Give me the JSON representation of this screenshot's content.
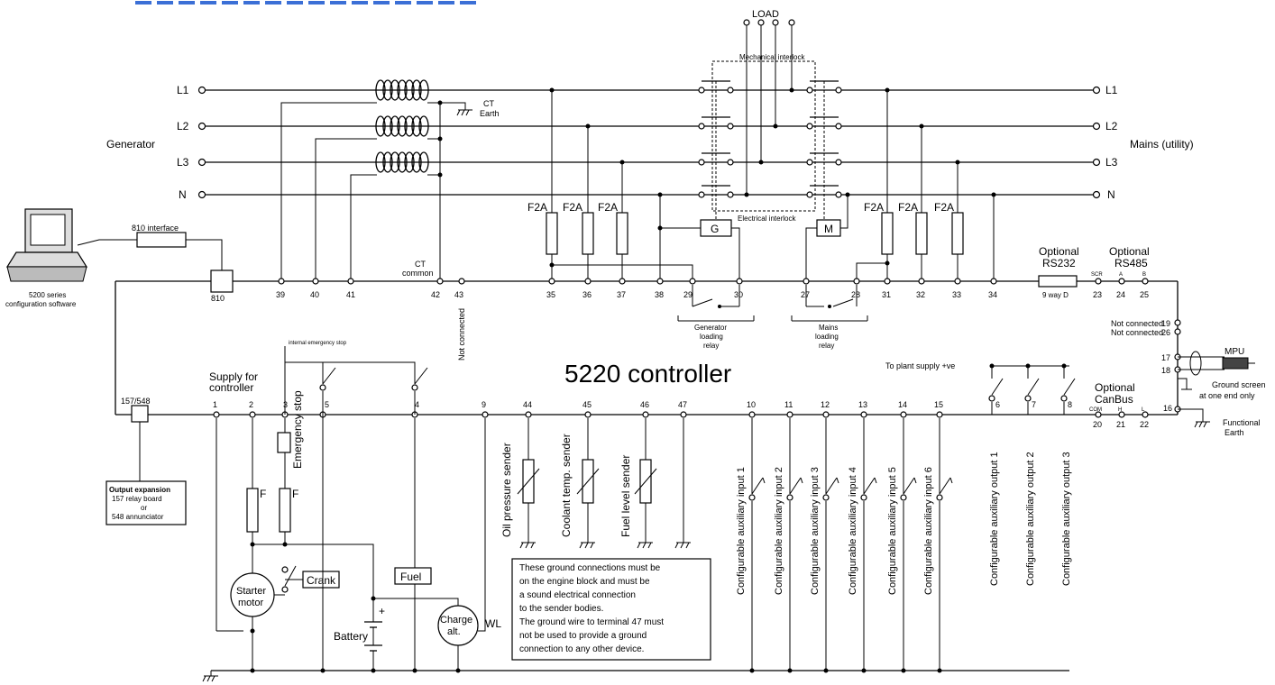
{
  "title": "5220 controller",
  "load_label": "LOAD",
  "phases_left": [
    "L1",
    "L2",
    "L3",
    "N"
  ],
  "phases_right": [
    "L1",
    "L2",
    "L3",
    "N"
  ],
  "generator_label": "Generator",
  "mains_label": "Mains (utility)",
  "ct_earth": [
    "CT",
    "Earth"
  ],
  "ct_common": [
    "CT",
    "common"
  ],
  "mech_interlock": "Mechanical interlock",
  "elec_interlock": "Electrical interlock",
  "g_label": "G",
  "m_label": "M",
  "fuse_label": "F2A",
  "pc_label": [
    "5200 series",
    "configuration software"
  ],
  "interface_label": "810 interface",
  "t810": "810",
  "t157": "157/548",
  "output_expansion": [
    "Output expansion",
    "157 relay board",
    "or",
    "548 annunciator"
  ],
  "top_terminals": [
    "39",
    "40",
    "41",
    "42",
    "43",
    "35",
    "36",
    "37",
    "38",
    "29",
    "30",
    "27",
    "28",
    "31",
    "32",
    "33",
    "34",
    "23",
    "24",
    "25"
  ],
  "not_connected": "Not connected",
  "gen_relay": [
    "Generator",
    "loading",
    "relay"
  ],
  "mains_relay": [
    "Mains",
    "loading",
    "relay"
  ],
  "rs232": [
    "Optional",
    "RS232"
  ],
  "rs232_box": "9 way D",
  "rs485": [
    "Optional",
    "RS485"
  ],
  "rs485_pins": [
    "SCR",
    "A",
    "B"
  ],
  "right_side": [
    "Not connected",
    "19",
    "Not connected",
    "26",
    "17",
    "18"
  ],
  "mpu": "MPU",
  "ground_screen": [
    "Ground screen",
    "at one end only"
  ],
  "functional_earth": [
    "Functional",
    "Earth"
  ],
  "canbus": [
    "Optional",
    "CanBus"
  ],
  "canbus_pins": [
    "COM",
    "H",
    "L"
  ],
  "canbus_terms": [
    "20",
    "21",
    "22"
  ],
  "t16": "16",
  "bottom_terminals": [
    "1",
    "2",
    "3",
    "5",
    "4",
    "9",
    "44",
    "45",
    "46",
    "47",
    "10",
    "11",
    "12",
    "13",
    "14",
    "15",
    "6",
    "7",
    "8"
  ],
  "supply": [
    "Supply for",
    "controller"
  ],
  "internal_estop": "internal emergency stop",
  "emergency_stop": "Emergency stop",
  "f_label": "F",
  "starter": [
    "Starter",
    "motor"
  ],
  "crank": "Crank",
  "fuel": "Fuel",
  "battery": "Battery",
  "charge": [
    "Charge",
    "alt."
  ],
  "wl": "WL",
  "senders": [
    "Oil pressure sender",
    "Coolant temp. sender",
    "Fuel level sender"
  ],
  "aux_inputs": [
    "Configurable auxiliary input 1",
    "Configurable auxiliary input 2",
    "Configurable auxiliary input 3",
    "Configurable auxiliary input 4",
    "Configurable auxiliary input 5",
    "Configurable auxiliary input 6"
  ],
  "aux_outputs": [
    "Configurable auxiliary output 1",
    "Configurable auxiliary output 2",
    "Configurable auxiliary output 3"
  ],
  "plant_supply": "To plant supply +ve",
  "note": [
    "These ground connections must be",
    "on the engine block and must be",
    "a sound electrical connection",
    "to the sender bodies.",
    "The ground wire to terminal 47 must",
    "not be used to provide a ground",
    "connection to any other device."
  ],
  "dash_banner_color": "#3b6fd6"
}
